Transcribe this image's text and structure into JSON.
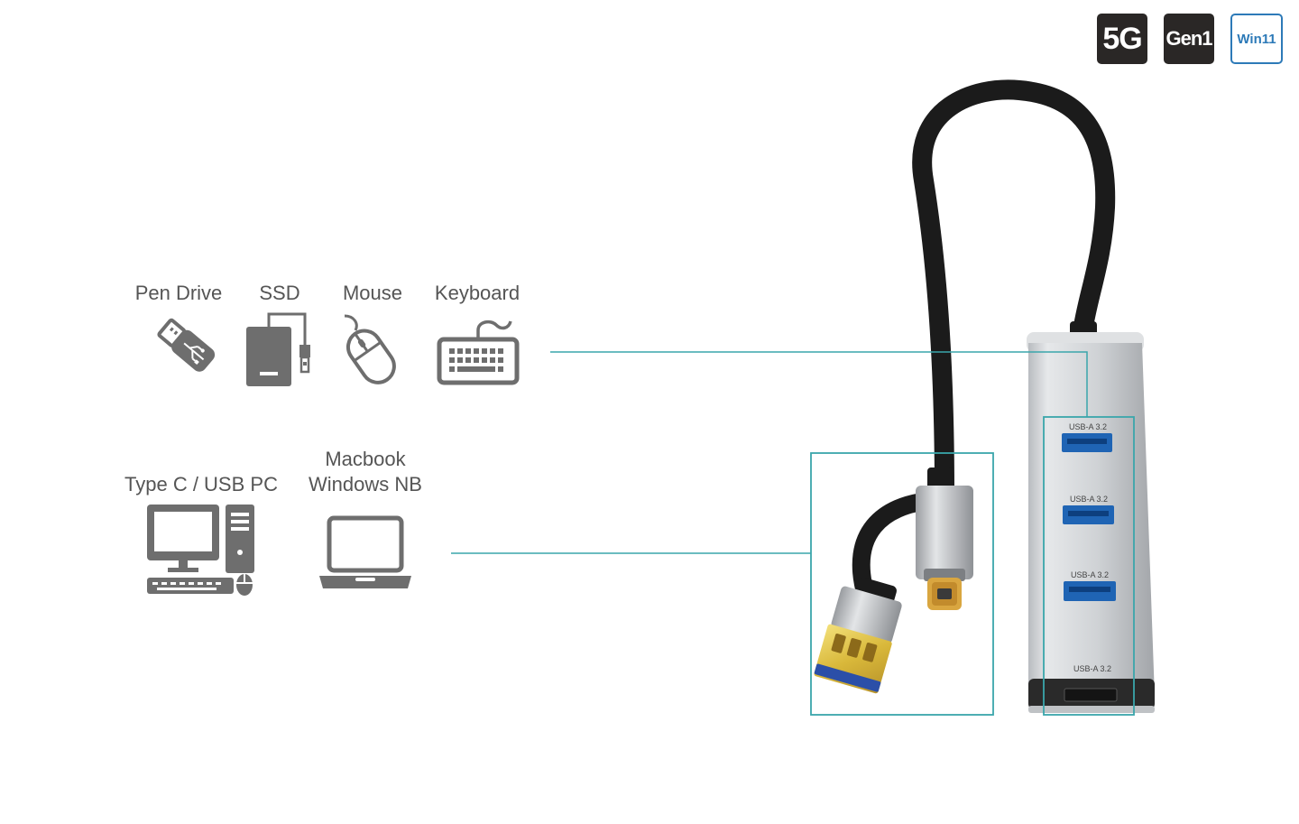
{
  "badges": {
    "speed": "5G",
    "gen": "Gen1",
    "os": "Win11"
  },
  "peripherals": {
    "items": [
      {
        "label": "Pen Drive",
        "icon": "usb-flash-drive-icon"
      },
      {
        "label": "SSD",
        "icon": "external-ssd-icon"
      },
      {
        "label": "Mouse",
        "icon": "mouse-icon"
      },
      {
        "label": "Keyboard",
        "icon": "keyboard-icon"
      }
    ]
  },
  "hosts": {
    "items": [
      {
        "label": "Type C / USB PC",
        "icon": "desktop-pc-icon"
      },
      {
        "label_line1": "Macbook",
        "label_line2": "Windows NB",
        "icon": "laptop-icon"
      }
    ]
  },
  "hub": {
    "ports": [
      {
        "label": "USB-A 3.2"
      },
      {
        "label": "USB-A 3.2"
      },
      {
        "label": "USB-A 3.2"
      },
      {
        "label": "USB-A 3.2"
      }
    ]
  },
  "colors": {
    "connector_line": "#3aa6ab",
    "icon_gray": "#6e6e6e",
    "badge_dark": "#2a2726",
    "badge_blue": "#2d7ab8",
    "usb3_blue": "#1f64b4"
  }
}
